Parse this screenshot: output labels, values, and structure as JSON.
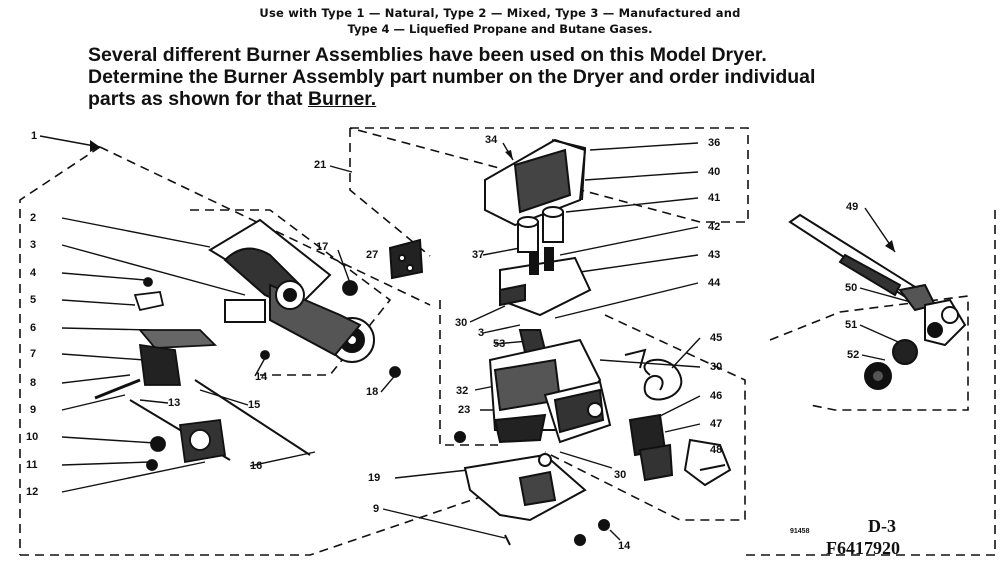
{
  "header": {
    "line1": "Use with Type 1 — Natural, Type 2 — Mixed, Type 3 — Manufactured and",
    "line2": "Type 4 — Liquefied Propane and Butane Gases."
  },
  "intro": {
    "line1": "Several different Burner Assemblies have been used on this Model Dryer.",
    "line2": "Determine the Burner Assembly part number on the Dryer and order individual",
    "line3_a": "parts as shown for that ",
    "line3_b": "Burner."
  },
  "callouts": [
    "1",
    "2",
    "3",
    "4",
    "5",
    "6",
    "7",
    "8",
    "9",
    "10",
    "11",
    "12",
    "13",
    "14",
    "15",
    "16",
    "17",
    "18",
    "19",
    "9",
    "21",
    "27",
    "34",
    "36",
    "37",
    "40",
    "41",
    "42",
    "43",
    "44",
    "30",
    "3",
    "53",
    "32",
    "23",
    "45",
    "30",
    "46",
    "47",
    "48",
    "30",
    "49",
    "50",
    "51",
    "52",
    "14"
  ],
  "diagram_code": "D-3",
  "small_mark": "91458",
  "part_number": "F6417920"
}
